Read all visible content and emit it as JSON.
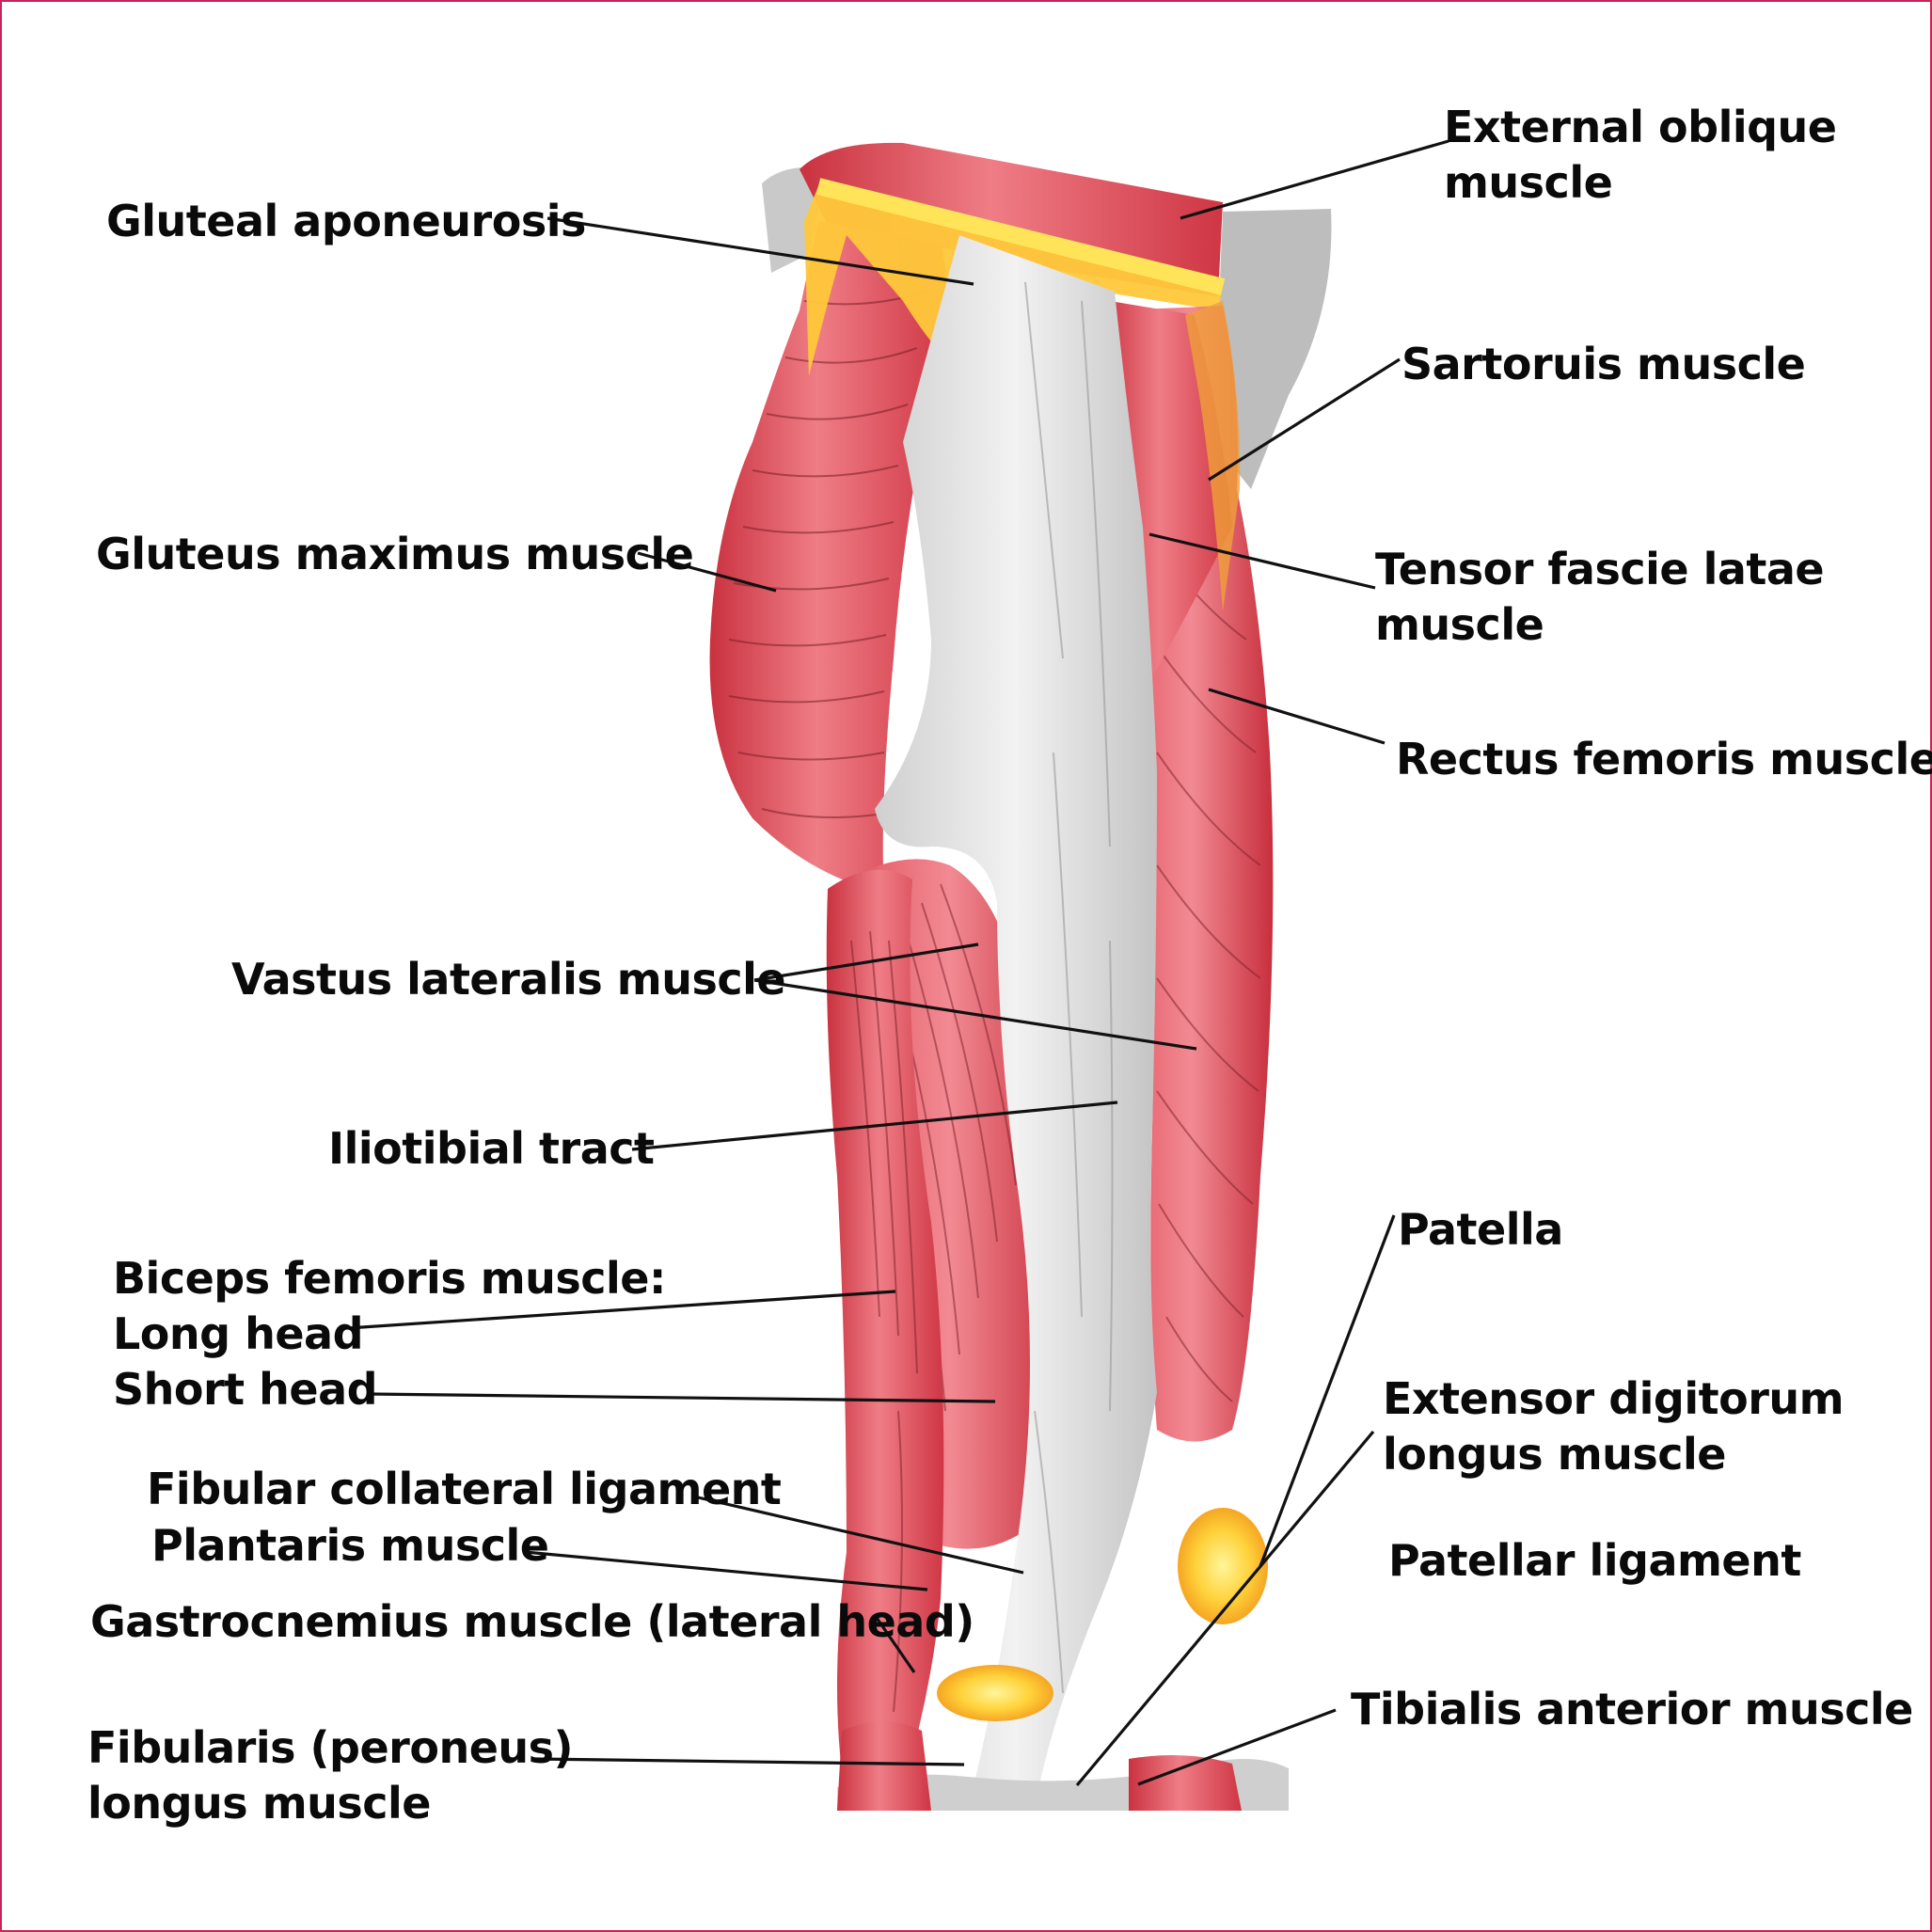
{
  "colors": {
    "muscle": "#d9434f",
    "muscle_light": "#f08a92",
    "fascia": "#dcdcdc",
    "aponeurosis": "#f5a623",
    "border": "#c8245a"
  },
  "labels": {
    "gluteal_aponeurosis": "Gluteal aponeurosis",
    "external_oblique": [
      "External oblique",
      "muscle"
    ],
    "sartorius": "Sartoruis muscle",
    "gluteus_maximus": "Gluteus maximus muscle",
    "tensor_fasciae_latae": [
      "Tensor fascie latae",
      "muscle"
    ],
    "rectus_femoris": "Rectus femoris muscle",
    "vastus_lateralis": "Vastus lateralis muscle",
    "iliotibial_tract": "Iliotibial tract",
    "patella": "Patella",
    "biceps_femoris": [
      "Biceps femoris muscle:",
      "Long head",
      "Short head"
    ],
    "extensor_digitorum": [
      "Extensor digitorum",
      "longus muscle"
    ],
    "fibular_collateral": "Fibular collateral ligament",
    "plantaris": "Plantaris muscle",
    "patellar_ligament": "Patellar ligament",
    "gastrocnemius": "Gastrocnemius muscle (lateral head)",
    "tibialis_anterior": "Tibialis anterior muscle",
    "fibularis_longus": [
      "Fibularis (peroneus)",
      "longus muscle"
    ]
  }
}
